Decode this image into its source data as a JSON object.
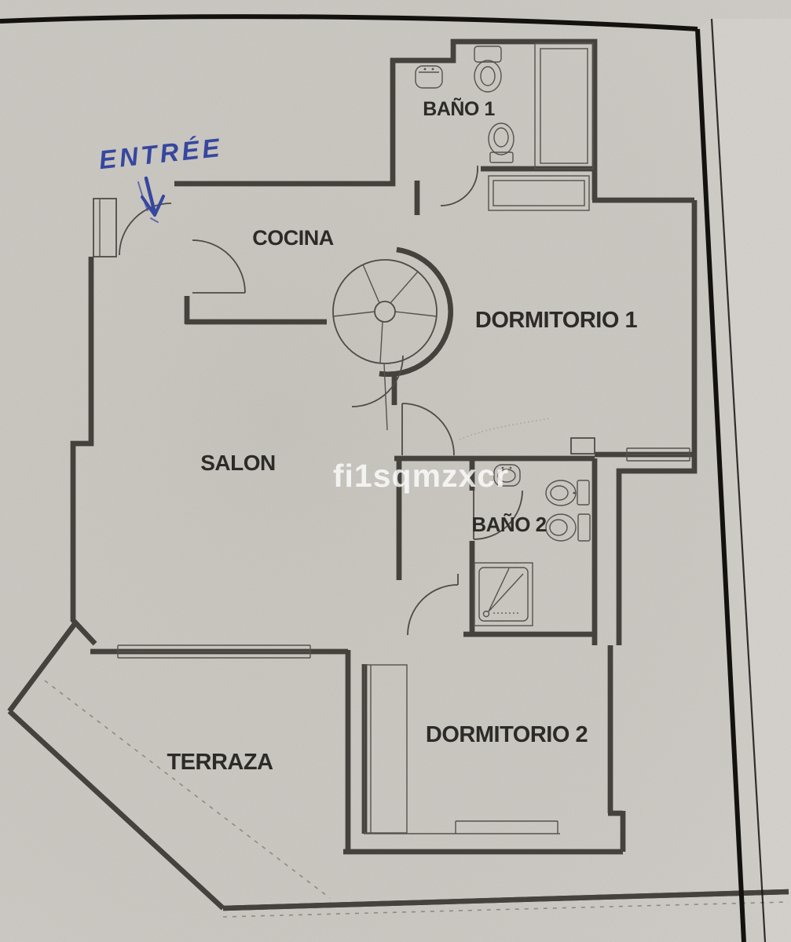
{
  "document": {
    "kind": "scanned-floor-plan",
    "orientation": "portrait"
  },
  "colors": {
    "paper": "#d2cfc9",
    "paper_light": "#dcd9d4",
    "wall_line": "#45423d",
    "label_text": "#2d2b27",
    "handwriting_ink": "#36479f",
    "watermark_text": "#ffffff",
    "scan_edge": "#14120f"
  },
  "rooms": [
    {
      "id": "bano1",
      "label": "BAÑO 1"
    },
    {
      "id": "cocina",
      "label": "COCINA"
    },
    {
      "id": "dormitorio1",
      "label": "DORMITORIO 1"
    },
    {
      "id": "salon",
      "label": "SALON"
    },
    {
      "id": "bano2",
      "label": "BAÑO 2"
    },
    {
      "id": "dormitorio2",
      "label": "DORMITORIO 2"
    },
    {
      "id": "terraza",
      "label": "TERRAZA"
    }
  ],
  "annotations": {
    "handwritten_entry": "ENTRÉE",
    "watermark": "fi1sqmzxcr"
  },
  "fixtures": [
    "sink",
    "toilet",
    "toilet-cistern",
    "shower-enclosure",
    "sink",
    "toilet",
    "bidet",
    "shower-tray",
    "wardrobe",
    "wardrobe",
    "spiral-staircase",
    "window",
    "window",
    "window",
    "door-swing",
    "door-swing",
    "door-swing",
    "door-swing",
    "door-swing",
    "door-swing",
    "door-swing"
  ]
}
